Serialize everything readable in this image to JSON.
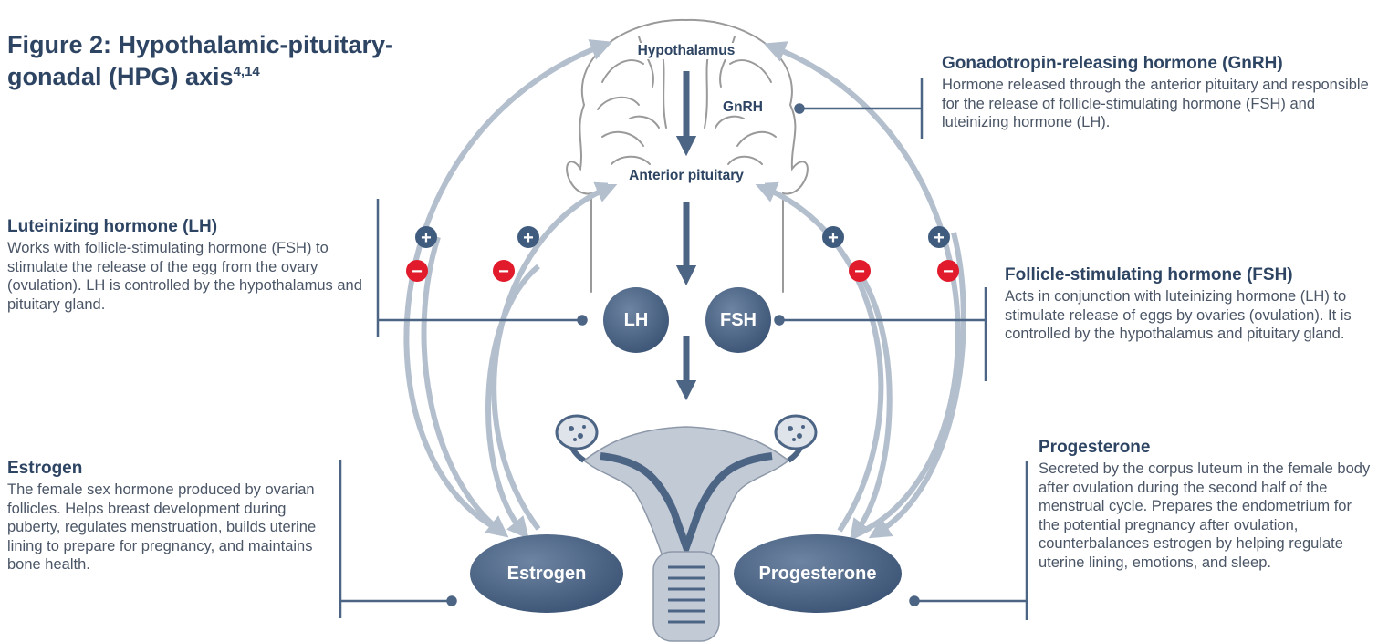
{
  "figure": {
    "title": "Figure 2: Hypothalamic-pituitary-gonadal (HPG) axis",
    "title_line1": "Figure 2: Hypothalamic-pituitary-",
    "title_line2": "gonadal (HPG) axis",
    "superscript": "4,14"
  },
  "nodes": {
    "hypothalamus": "Hypothalamus",
    "gnrh": "GnRH",
    "anterior_pituitary": "Anterior pituitary",
    "lh": "LH",
    "fsh": "FSH",
    "estrogen": "Estrogen",
    "progesterone": "Progesterone"
  },
  "feedback_signs": {
    "positive": "+",
    "negative": "−"
  },
  "colors": {
    "arrow_dark": "#4d6585",
    "arrow_light": "#b4bfce",
    "node_fill": "#48607f",
    "positive": "#3f5b7e",
    "negative": "#e11a2c",
    "uterus": "#c2cad6",
    "brain_line": "#9a9a9a"
  },
  "descriptions": {
    "gnrh": {
      "heading": "Gonadotropin-releasing hormone (GnRH)",
      "body": "Hormone released through the anterior pituitary and responsible for the release of follicle-stimulating hormone (FSH) and luteinizing hormone (LH)."
    },
    "lh": {
      "heading": "Luteinizing hormone (LH)",
      "body": "Works with follicle-stimulating hormone (FSH) to stimulate the release of the egg from the ovary (ovulation). LH is controlled by the hypothalamus and pituitary gland."
    },
    "fsh": {
      "heading": "Follicle-stimulating hormone (FSH)",
      "body": "Acts in conjunction with luteinizing hormone (LH) to stimulate release of eggs by ovaries (ovulation). It is controlled by the hypothalamus and pituitary gland."
    },
    "estrogen": {
      "heading": "Estrogen",
      "body": "The female sex hormone produced by ovarian follicles. Helps breast development during puberty, regulates menstruation, builds uterine lining to prepare for pregnancy, and maintains bone health."
    },
    "progesterone": {
      "heading": "Progesterone",
      "body": "Secreted by the corpus luteum in the female body after ovulation during the second half of the menstrual cycle. Prepares the endometrium for the potential pregnancy after ovulation, counterbalances estrogen by helping regulate uterine lining, emotions, and sleep."
    }
  }
}
